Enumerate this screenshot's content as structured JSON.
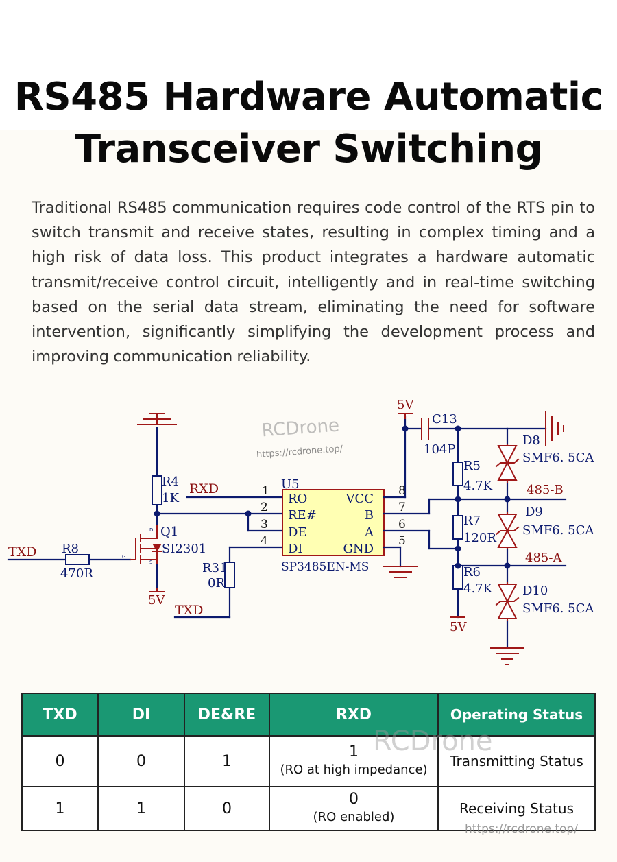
{
  "title": {
    "line1": "RS485 Hardware Automatic",
    "line2": "Transceiver Switching"
  },
  "intro": "Traditional RS485 communication requires code control of the RTS pin to switch transmit and receive states, resulting in complex timing and a high risk of data loss. This product integrates a hardware automatic transmit/receive control circuit, intelligently and in real-time switching based on the serial data stream, eliminating the need for software intervention, significantly simplifying the devel­opment process and improving communication reliability.",
  "watermark": {
    "brand": "RCDrone",
    "brand_table": "RCDrone",
    "url": "https://rcdrone.top/"
  },
  "schematic": {
    "ic_ref": "U5",
    "ic_part": "SP3485EN-MS",
    "pins_left": [
      {
        "num": "1",
        "name": "RO"
      },
      {
        "num": "2",
        "name": "RE#"
      },
      {
        "num": "3",
        "name": "DE"
      },
      {
        "num": "4",
        "name": "DI"
      }
    ],
    "pins_right": [
      {
        "num": "8",
        "name": "VCC"
      },
      {
        "num": "7",
        "name": "B"
      },
      {
        "num": "6",
        "name": "A"
      },
      {
        "num": "5",
        "name": "GND"
      }
    ],
    "net_rxd": "RXD",
    "net_txd": "TXD",
    "net_txd2": "TXD",
    "net_5v_top": "5V",
    "net_5v_q1": "5V",
    "net_5v_r6": "5V",
    "net_485b": "485-B",
    "net_485a": "485-A",
    "r4": {
      "ref": "R4",
      "value": "1K"
    },
    "r8": {
      "ref": "R8",
      "value": "470R"
    },
    "r31": {
      "ref": "R31",
      "value": "0R"
    },
    "r5": {
      "ref": "R5",
      "value": "4.7K"
    },
    "r7": {
      "ref": "R7",
      "value": "120R"
    },
    "r6": {
      "ref": "R6",
      "value": "4.7K"
    },
    "c13": {
      "ref": "C13",
      "value": "104P"
    },
    "q1": {
      "ref": "Q1",
      "value": "SI2301",
      "pin_g": "G",
      "pin_d": "D",
      "pin_s": "S"
    },
    "d8": {
      "ref": "D8",
      "value": "SMF6. 5CA"
    },
    "d9": {
      "ref": "D9",
      "value": "SMF6. 5CA"
    },
    "d10": {
      "ref": "D10",
      "value": "SMF6. 5CA"
    }
  },
  "table": {
    "headers": [
      "TXD",
      "DI",
      "DE&RE",
      "RXD",
      "Operating Status"
    ],
    "rows": [
      {
        "txd": "0",
        "di": "0",
        "dere": "1",
        "rxd": "1",
        "rxd_note": "(RO at high impedance)",
        "status": "Transmitting Status"
      },
      {
        "txd": "1",
        "di": "1",
        "dere": "0",
        "rxd": "0",
        "rxd_note": "(RO enabled)",
        "status": "Receiving Status"
      }
    ]
  },
  "colors": {
    "wire": "#0c1a6e",
    "component": "#a01818",
    "ic_fill": "#ffffb3",
    "table_header": "#1a9873"
  }
}
